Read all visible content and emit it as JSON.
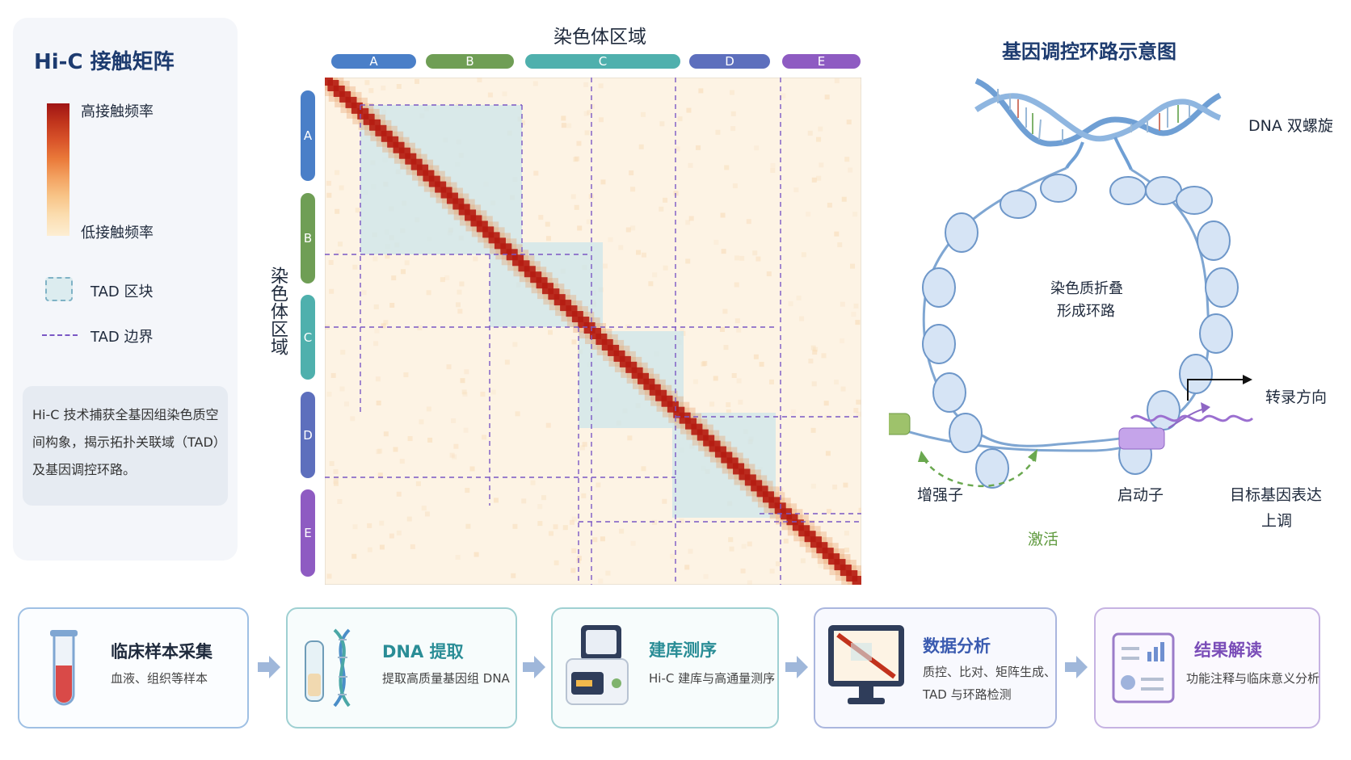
{
  "legend": {
    "title": "Hi-C 接触矩阵",
    "high_label": "高接触频率",
    "low_label": "低接触频率",
    "tad_block_label": "TAD 区块",
    "tad_boundary_label": "TAD 边界",
    "description": "Hi-C 技术捕获全基因组染色质空间构象，揭示拓扑关联域（TAD）及基因调控环路。"
  },
  "matrix": {
    "x_title": "染色体区域",
    "y_title": "染色体区域",
    "segments": [
      {
        "label": "A",
        "color": "#4a7fc8"
      },
      {
        "label": "B",
        "color": "#6f9e55"
      },
      {
        "label": "C",
        "color": "#4fb0ad"
      },
      {
        "label": "D",
        "color": "#5d6fbd"
      },
      {
        "label": "E",
        "color": "#8e5bc2"
      }
    ],
    "colors": {
      "tad_fill": "#cfe6ea",
      "boundary": "#7a57c4",
      "background": "#fdf3e4",
      "diagonal": "#b51c12"
    }
  },
  "loop": {
    "title": "基因调控环路示意图",
    "dna_label": "DNA 双螺旋",
    "fold_label_1": "染色质折叠",
    "fold_label_2": "形成环路",
    "enhancer_label": "增强子",
    "promoter_label": "启动子",
    "activation_label": "激活",
    "direction_label": "转录方向",
    "target_label_1": "目标基因表达",
    "target_label_2": "上调"
  },
  "workflow": [
    {
      "title": "临床样本采集",
      "desc": "血液、组织等样本",
      "icon": "test-tube-icon",
      "color": "#2d6fbf",
      "border": "#9fc0e4"
    },
    {
      "title": "DNA 提取",
      "desc": "提取高质量基因组 DNA",
      "icon": "dna-icon",
      "color": "#2a8d96",
      "border": "#9fd0d2"
    },
    {
      "title": "建库测序",
      "desc": "Hi-C 建库与高通量测序",
      "icon": "sequencer-icon",
      "color": "#2a8d96",
      "border": "#9fd0d2"
    },
    {
      "title": "数据分析",
      "desc": "质控、比对、矩阵生成、",
      "desc2": "TAD 与环路检测",
      "icon": "monitor-icon",
      "color": "#3a5bb0",
      "border": "#aab6de"
    },
    {
      "title": "结果解读",
      "desc": "功能注释与临床意义分析",
      "icon": "report-icon",
      "color": "#7a4db8",
      "border": "#c6b3e2"
    }
  ]
}
